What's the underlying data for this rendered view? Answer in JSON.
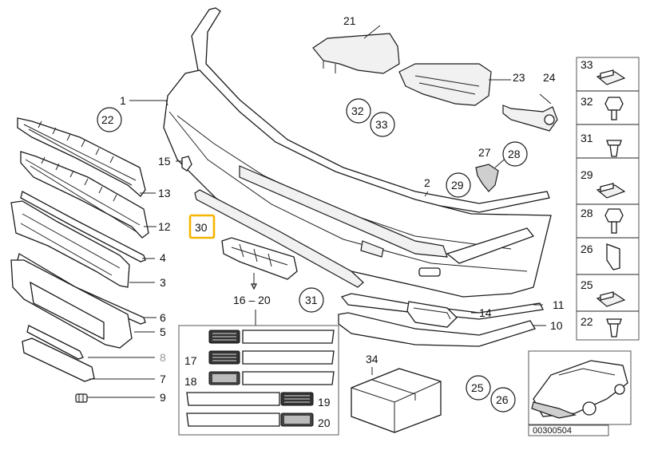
{
  "labels": {
    "p1": "1",
    "p2": "2",
    "p3": "3",
    "p4": "4",
    "p5": "5",
    "p6": "6",
    "p7": "7",
    "p8": "8",
    "p9": "9",
    "p10": "10",
    "p11": "11",
    "p12": "12",
    "p13": "13",
    "p14": "14",
    "p15": "15",
    "p16_20": "16 – 20",
    "p17": "17",
    "p18": "18",
    "p19": "19",
    "p20": "20",
    "p21": "21",
    "p22": "22",
    "p23": "23",
    "p24": "24",
    "p25": "25",
    "p26": "26",
    "p27": "27",
    "p28": "28",
    "p29": "29",
    "p30": "30",
    "p31": "31",
    "p32": "32",
    "p33": "33",
    "p34": "34"
  },
  "side_column": [
    "33",
    "32",
    "31",
    "29",
    "28",
    "26",
    "25",
    "22"
  ],
  "highlight_color": "#f5b400",
  "diagram_code": "00300504"
}
